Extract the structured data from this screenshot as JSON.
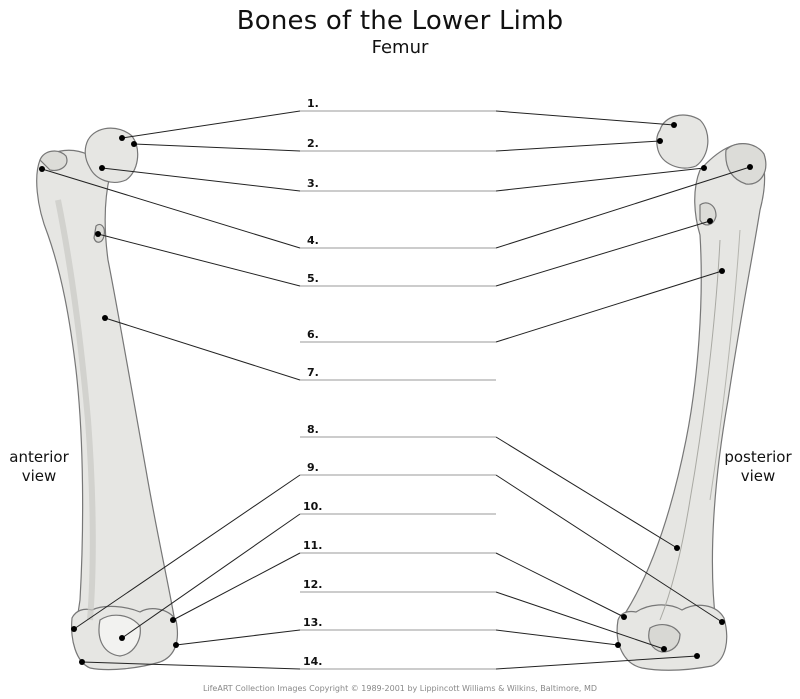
{
  "title": "Bones of the Lower Limb",
  "subtitle": "Femur",
  "views": {
    "left_line1": "anterior",
    "left_line2": "view",
    "right_line1": "posterior",
    "right_line2": "view"
  },
  "labels": [
    "1.",
    "2.",
    "3.",
    "4.",
    "5.",
    "6.",
    "7.",
    "8.",
    "9.",
    "10.",
    "11.",
    "12.",
    "13.",
    "14."
  ],
  "footer": "LifeART Collection Images Copyright © 1989-2001 by Lippincott Williams & Wilkins, Baltimore, MD",
  "colors": {
    "bone_fill": "#e6e6e3",
    "bone_stroke": "#777777",
    "leader_line": "#222222",
    "answer_line": "#999999"
  }
}
